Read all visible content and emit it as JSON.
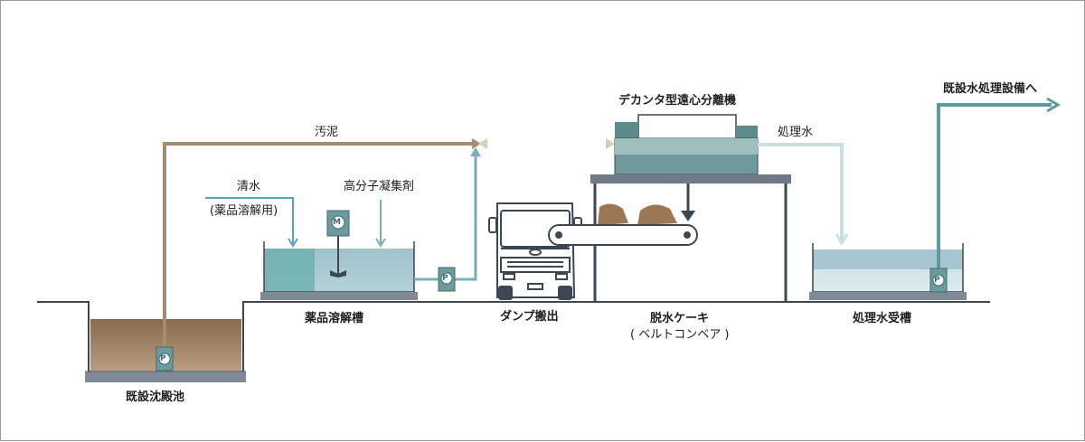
{
  "labels": {
    "sludge": "汚泥",
    "clean_water": "清水",
    "clean_water_note": "(薬品溶解用)",
    "polymer": "高分子凝集剤",
    "decanter": "デカンタ型遠心分離機",
    "treated_water": "処理水",
    "to_existing_facility": "既設水処理設備へ",
    "chemical_tank": "薬品溶解槽",
    "dump_truck": "ダンプ搬出",
    "cake": "脱水ケーキ",
    "conveyor": "( ベルトコンベア )",
    "treated_tank": "処理水受槽",
    "existing_pond": "既設沈殿池"
  },
  "symbols": {
    "pump": "P",
    "motor": "M"
  },
  "colors": {
    "sludge_line": "#a58d71",
    "sludge_light": "#d9cdbd",
    "clean_water_line": "#5b9fc7",
    "polymer_line": "#7ab0b4",
    "treated_water_line": "#c9dfe3",
    "outlet_line": "#5e9a9c",
    "tank_blue": "#9fc0cc",
    "tank_teal": "#69adb0",
    "machine": "#5f8a8b",
    "sludge_fill": "#8f6e4f"
  }
}
